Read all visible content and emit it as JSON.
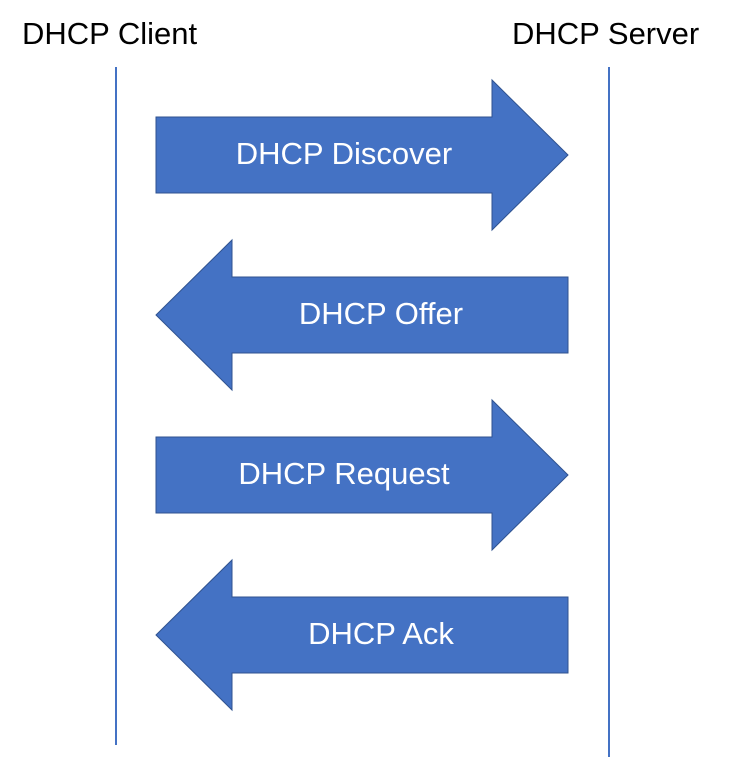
{
  "participants": {
    "client": "DHCP Client",
    "server": "DHCP Server"
  },
  "messages": [
    {
      "label": "DHCP Discover",
      "direction": "client-to-server"
    },
    {
      "label": "DHCP Offer",
      "direction": "server-to-client"
    },
    {
      "label": "DHCP Request",
      "direction": "client-to-server"
    },
    {
      "label": "DHCP Ack",
      "direction": "server-to-client"
    }
  ],
  "colors": {
    "arrow_fill": "#4472c4",
    "arrow_stroke": "#2f528f",
    "lifeline": "#4472c4",
    "label_text": "#ffffff"
  }
}
